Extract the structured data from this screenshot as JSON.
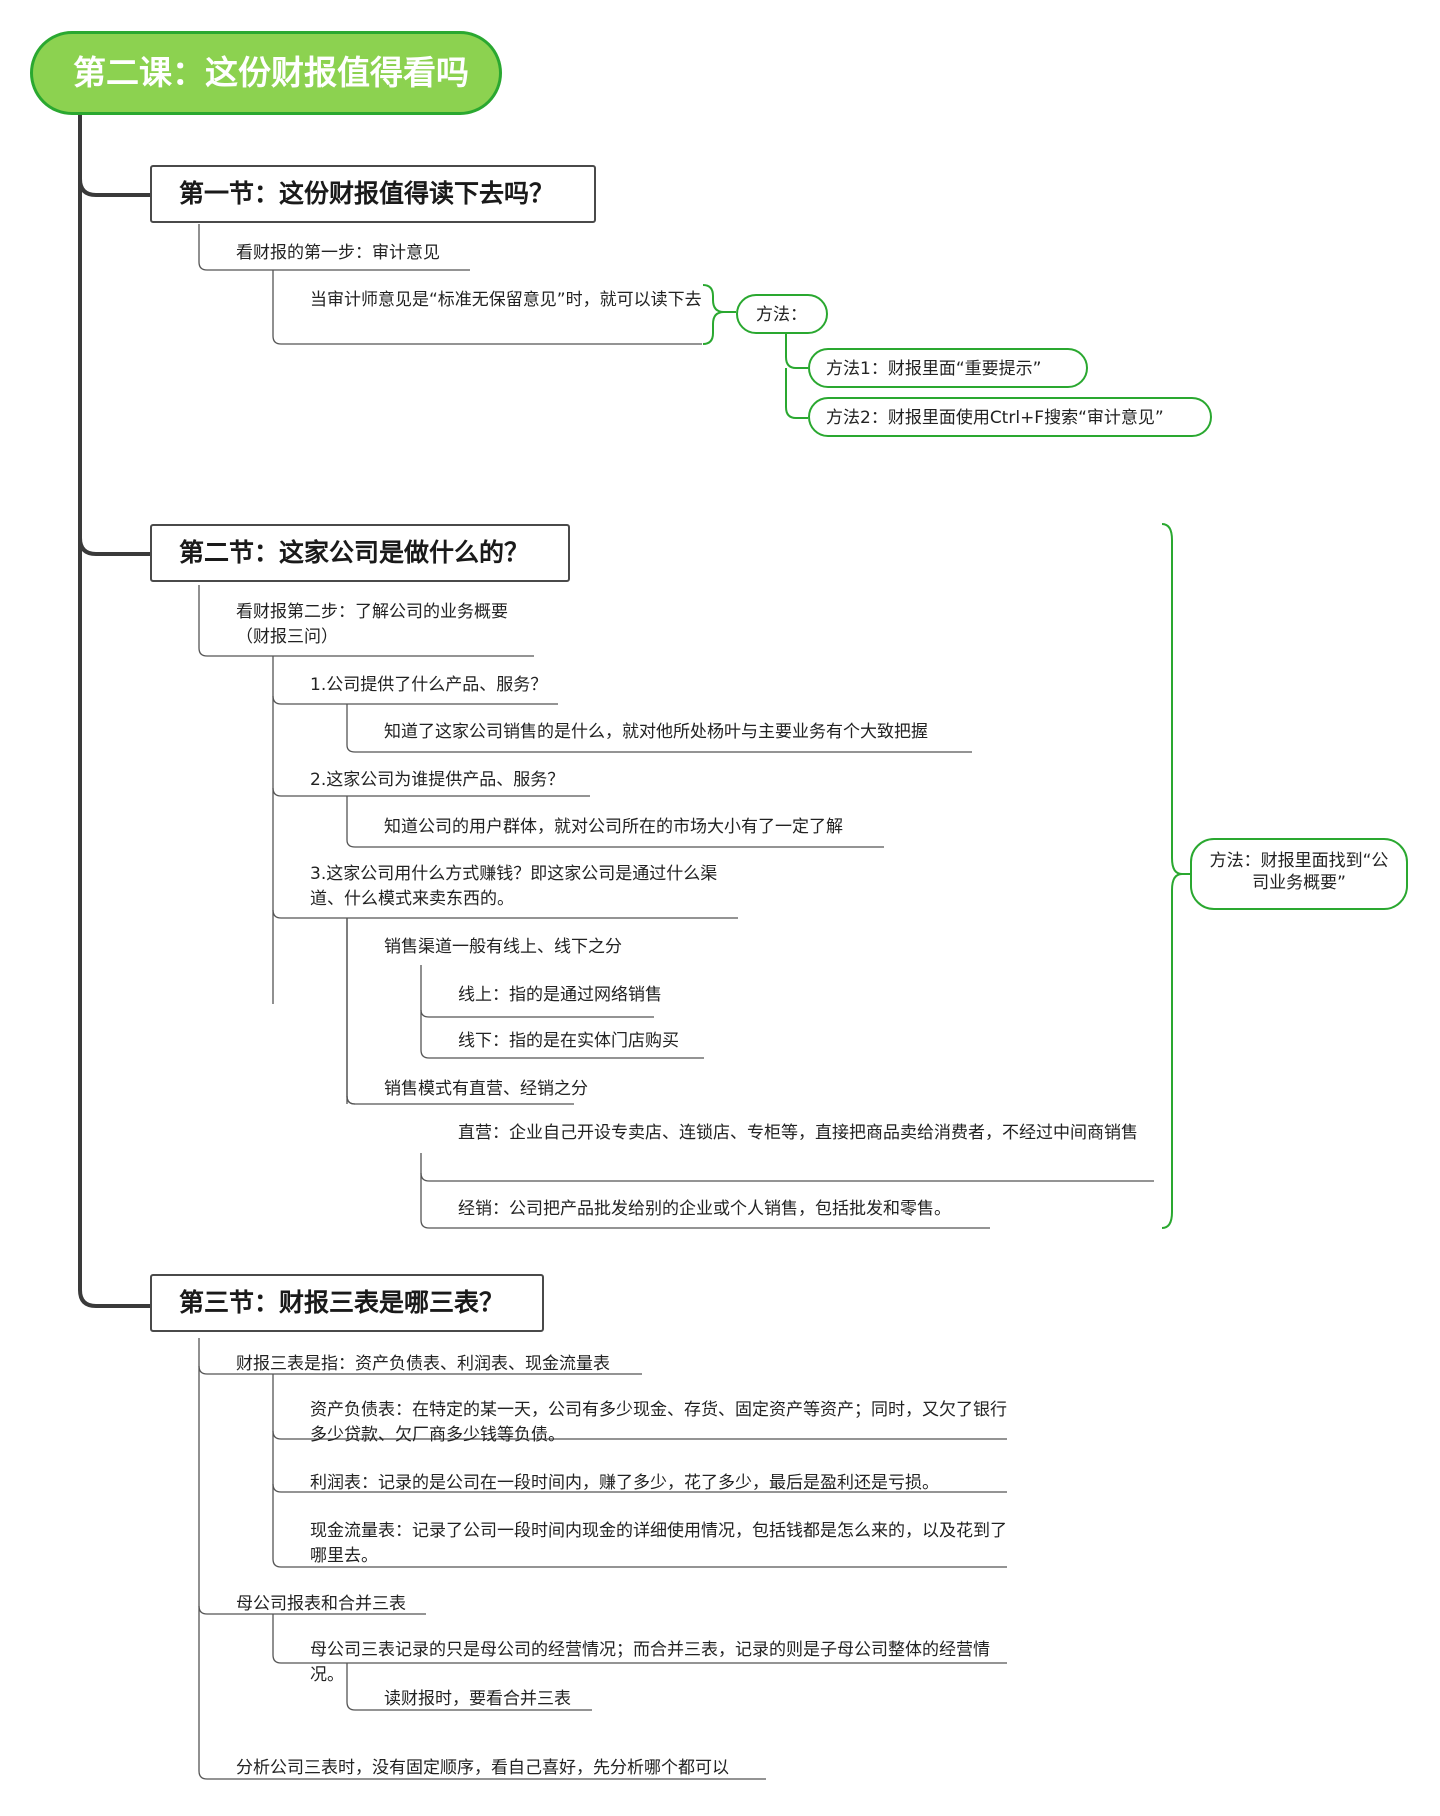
{
  "root": {
    "title": "第二课：这份财报值得看吗"
  },
  "section1": {
    "title": "第一节：这份财报值得读下去吗？",
    "step": "看财报的第一步：审计意见",
    "condition": "当审计师意见是“标准无保留意见”时，就可以读下去",
    "method_title": "方法：",
    "methods": [
      "方法1：财报里面“重要提示”",
      "方法2：财报里面使用Ctrl+F搜索“审计意见”"
    ]
  },
  "section2": {
    "title": "第二节：这家公司是做什么的？",
    "step": "看财报第二步：了解公司的业务概要（财报三问）",
    "q1": "1.公司提供了什么产品、服务？",
    "q1_detail": "知道了这家公司销售的是什么，就对他所处杨叶与主要业务有个大致把握",
    "q2": "2.这家公司为谁提供产品、服务？",
    "q2_detail": "知道公司的用户群体，就对公司所在的市场大小有了一定了解",
    "q3": "3.这家公司用什么方式赚钱？即这家公司是通过什么渠道、什么模式来卖东西的。",
    "channel": "销售渠道一般有线上、线下之分",
    "online": "线上：指的是通过网络销售",
    "offline": "线下：指的是在实体门店购买",
    "mode": "销售模式有直营、经销之分",
    "direct": "直营：企业自己开设专卖店、连锁店、专柜等，直接把商品卖给消费者，不经过中间商销售",
    "distribution": "经销：公司把产品批发给别的企业或个人销售，包括批发和零售。",
    "method": "方法：财报里面找到“公司业务概要”"
  },
  "section3": {
    "title": "第三节：财报三表是哪三表？",
    "three_tables": "财报三表是指：资产负债表、利润表、现金流量表",
    "balance": "资产负债表：在特定的某一天，公司有多少现金、存货、固定资产等资产；同时，又欠了银行多少贷款、欠厂商多少钱等负债。",
    "profit": "利润表：记录的是公司在一段时间内，赚了多少，花了多少，最后是盈利还是亏损。",
    "cashflow": "现金流量表：记录了公司一段时间内现金的详细使用情况，包括钱都是怎么来的，以及花到了哪里去。",
    "parent_merge": "母公司报表和合并三表",
    "parent_detail": "母公司三表记录的只是母公司的经营情况；而合并三表，记录的则是子母公司整体的经营情况。",
    "read_merge": "读财报时，要看合并三表",
    "analysis": "分析公司三表时，没有固定顺序，看自己喜好，先分析哪个都可以"
  }
}
